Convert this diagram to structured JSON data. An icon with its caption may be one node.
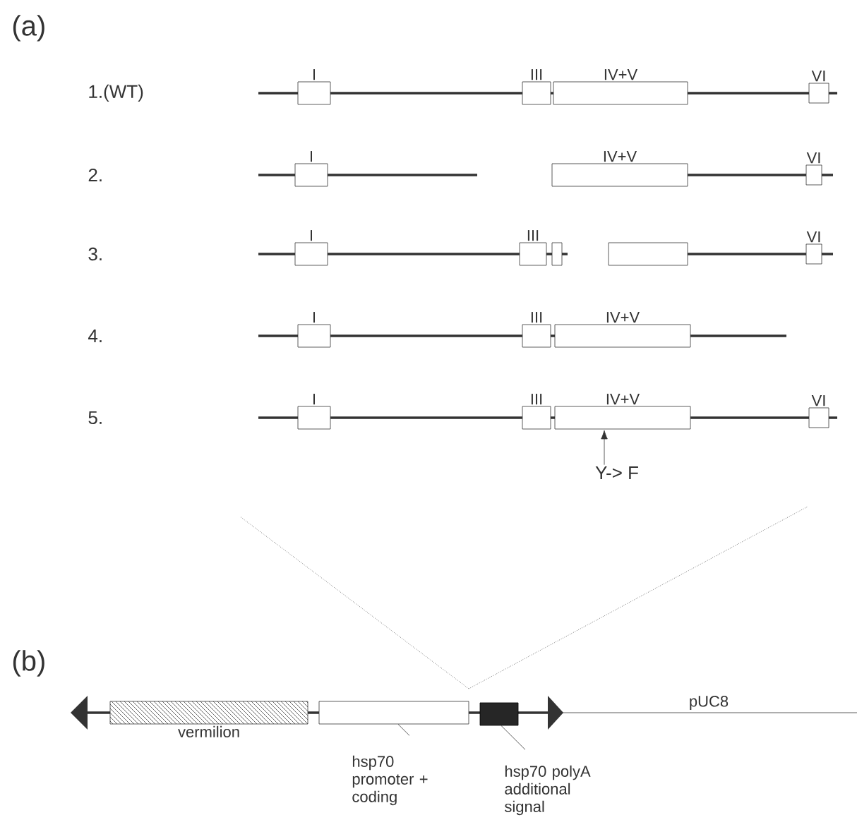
{
  "diagram": {
    "nodes": [
      {
        "text": [
          "I"
        ]
      },
      {
        "text": [
          "III"
        ]
      },
      {
        "text": [
          "IV+V"
        ]
      },
      {
        "text": [
          "VI"
        ]
      },
      {
        "text": [
          "I"
        ]
      },
      {
        "text": [
          "IV+V"
        ]
      },
      {
        "text": [
          "VI"
        ]
      },
      {
        "text": [
          "I"
        ]
      },
      {
        "text": [
          "III"
        ]
      },
      {
        "text": [],
        "shape": "box"
      },
      {
        "text": [],
        "shape": "box"
      },
      {
        "text": [
          "VI"
        ]
      },
      {
        "text": [
          "I"
        ]
      },
      {
        "text": [
          "III"
        ]
      },
      {
        "text": [
          "IV+V"
        ]
      },
      {
        "text": [
          "I"
        ]
      },
      {
        "text": [
          "III"
        ]
      },
      {
        "text": [
          "IV+V"
        ]
      },
      {
        "text": [
          "VI"
        ]
      },
      {
        "text": [
          "Y-> F"
        ]
      },
      {
        "text": [
          "vermilion"
        ]
      },
      {
        "text": [],
        "shape": "box"
      },
      {
        "text": [],
        "shape": "box"
      },
      {
        "text": [
          "hsp70 promoter + coding"
        ]
      },
      {
        "text": [
          "hsp70 polyA additional signal"
        ]
      }
    ],
    "edges": [
      {
        "from": 19,
        "to": 17,
        "arrow": "to"
      },
      {
        "from": 23,
        "to": 21,
        "arrow": "none"
      },
      {
        "from": 24,
        "to": 22,
        "arrow": "none"
      }
    ],
    "labels": [
      "(a)",
      "1.(WT)",
      "2.",
      "3.",
      "4.",
      "5.",
      "(b)",
      "pUC8"
    ]
  }
}
